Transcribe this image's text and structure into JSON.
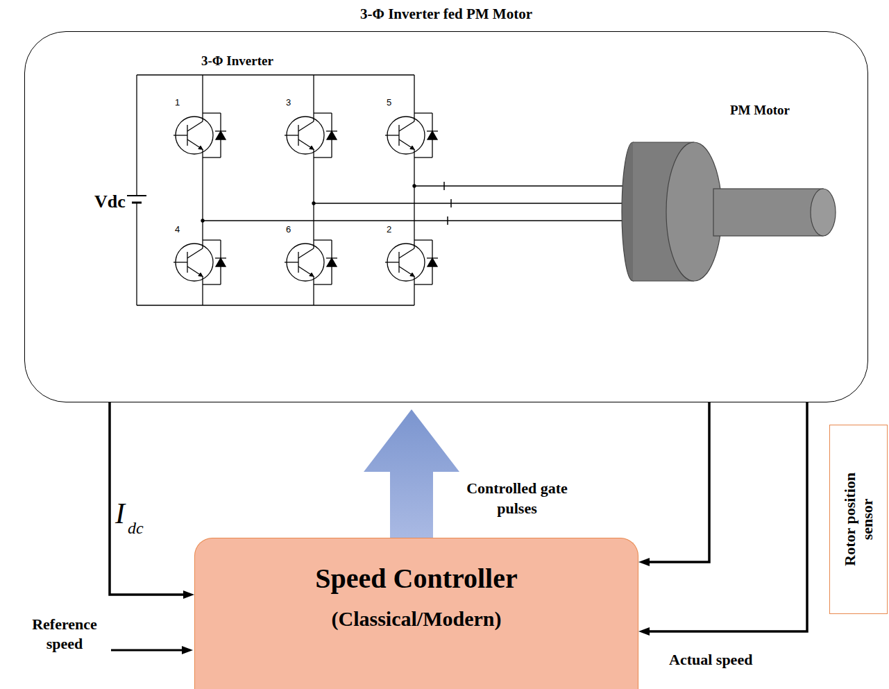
{
  "diagram": {
    "nodes": [
      {
        "text": [
          "3-Φ Inverter fed PM Motor"
        ]
      },
      {
        "text": [
          "Speed Controller",
          "(Classical/Modern)"
        ]
      },
      {
        "text": [
          "Rotor position sensor"
        ]
      }
    ],
    "edges": [
      {
        "from": 0,
        "to": 1,
        "arrow": "to"
      },
      {
        "from": 0,
        "to": 1,
        "arrow": "to"
      },
      {
        "from": 0,
        "to": 1,
        "arrow": "to",
        "label": "Actual speed"
      },
      {
        "from": 1,
        "to": 0,
        "arrow": "to",
        "label": "Controlled gate pulses"
      }
    ],
    "labels": [
      "3-Φ Inverter",
      "Vdc",
      "1",
      "3",
      "5",
      "4",
      "6",
      "2",
      "PM Motor",
      "I",
      "dc",
      "Reference speed"
    ]
  }
}
